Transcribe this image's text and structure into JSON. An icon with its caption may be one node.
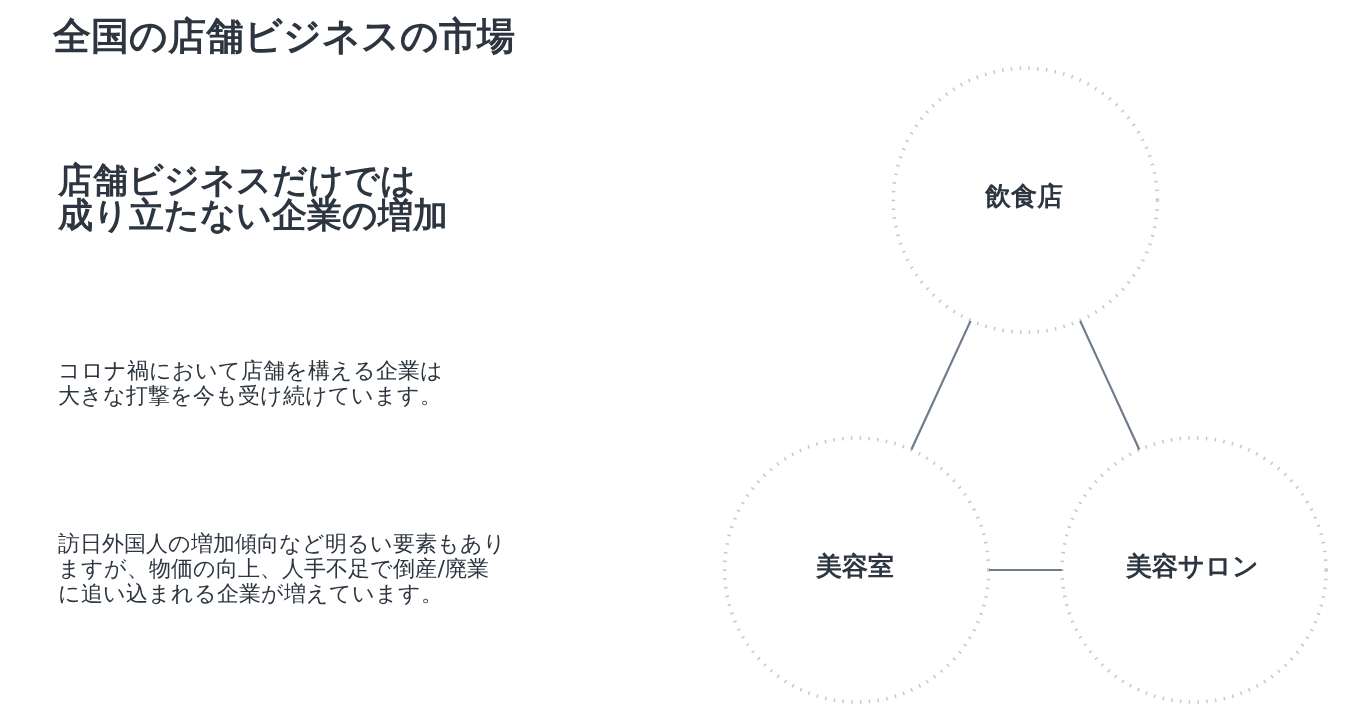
{
  "diagram": {
    "title": "全国の店舗ビジネスの市場",
    "nodes": [
      {
        "text": [
          "飲食店"
        ]
      },
      {
        "text": [
          "美容室"
        ]
      },
      {
        "text": [
          "美容サロン"
        ]
      }
    ],
    "edges": [
      {
        "from": 0,
        "to": 1,
        "arrow": "none"
      },
      {
        "from": 0,
        "to": 2,
        "arrow": "none"
      },
      {
        "from": 1,
        "to": 2,
        "arrow": "none"
      }
    ],
    "labels": [
      "店舗ビジネスだけでは成り立たない企業の増加",
      "コロナ禍において店舗を構える企業は大きな打撃を今も受け続けています。",
      "訪日外国人の増加傾向など明るい要素もありますが、物価の向上、人手不足で倒産/廃業に追い込まれる企業が増えています。"
    ]
  }
}
